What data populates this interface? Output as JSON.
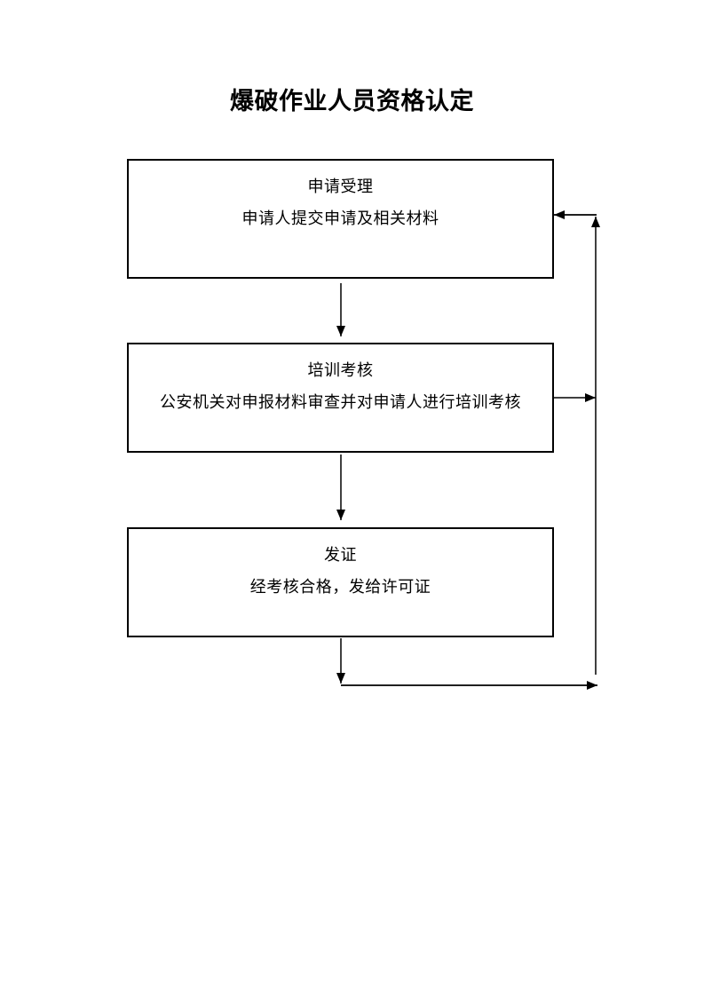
{
  "page": {
    "title": "爆破作业人员资格认定"
  },
  "flowchart": {
    "steps": [
      {
        "title": "申请受理",
        "description": "申请人提交申请及相关材料"
      },
      {
        "title": "培训考核",
        "description": "公安机关对申报材料审查并对申请人进行培训考核"
      },
      {
        "title": "发证",
        "description": "经考核合格，发给许可证"
      }
    ],
    "connectors": [
      "arrow-step1-to-step2",
      "arrow-step2-to-step3",
      "arrow-step3-down",
      "arrow-bottom-to-feedback",
      "feedback-line-up",
      "arrow-feedback-to-step1",
      "arrow-step2-to-feedback"
    ],
    "colors": {
      "background": "#ffffff",
      "text": "#000000",
      "line": "#000000",
      "box_border": "#000000"
    }
  }
}
